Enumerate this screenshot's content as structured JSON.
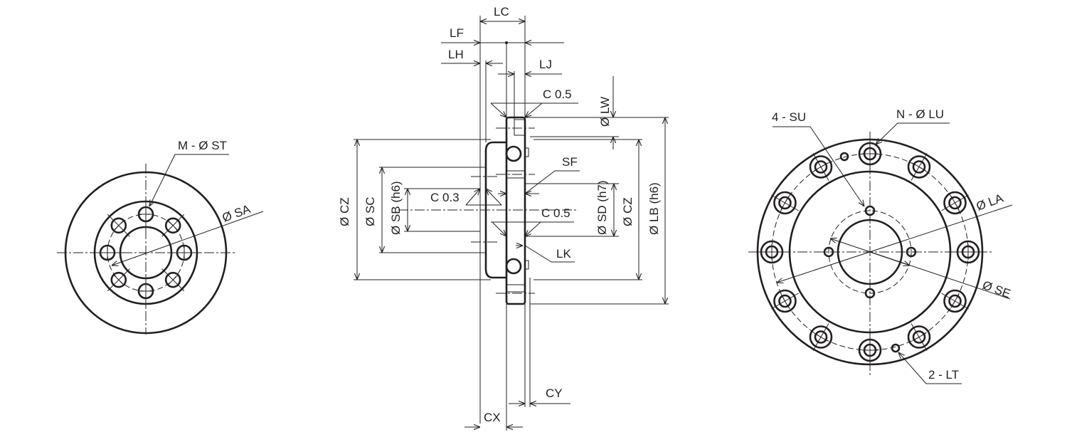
{
  "colors": {
    "ink": "#231f20",
    "background": "#ffffff"
  },
  "left_view": {
    "hole_callout": "M - Ø ST",
    "pcd_label": "Ø SA"
  },
  "side_view": {
    "LC": "LC",
    "LF": "LF",
    "LH": "LH",
    "LJ": "LJ",
    "LW": "Ø LW",
    "chamfer_top": "C 0.5",
    "chamfer_mid": "C 0.3",
    "chamfer_low": "C 0.5",
    "SF": "SF",
    "LK": "LK",
    "CZ_left": "Ø CZ",
    "SC": "Ø SC",
    "SB": "Ø SB (h6)",
    "SD": "Ø SD (h7)",
    "CZ_right": "Ø CZ",
    "LB": "Ø LB (h6)",
    "CX": "CX",
    "CY": "CY"
  },
  "right_view": {
    "tap_callout": "4 - SU",
    "hole_callout": "N - Ø LU",
    "pin_callout": "2 - LT",
    "pcd_label": "Ø LA",
    "pilot_label": "Ø SE"
  }
}
